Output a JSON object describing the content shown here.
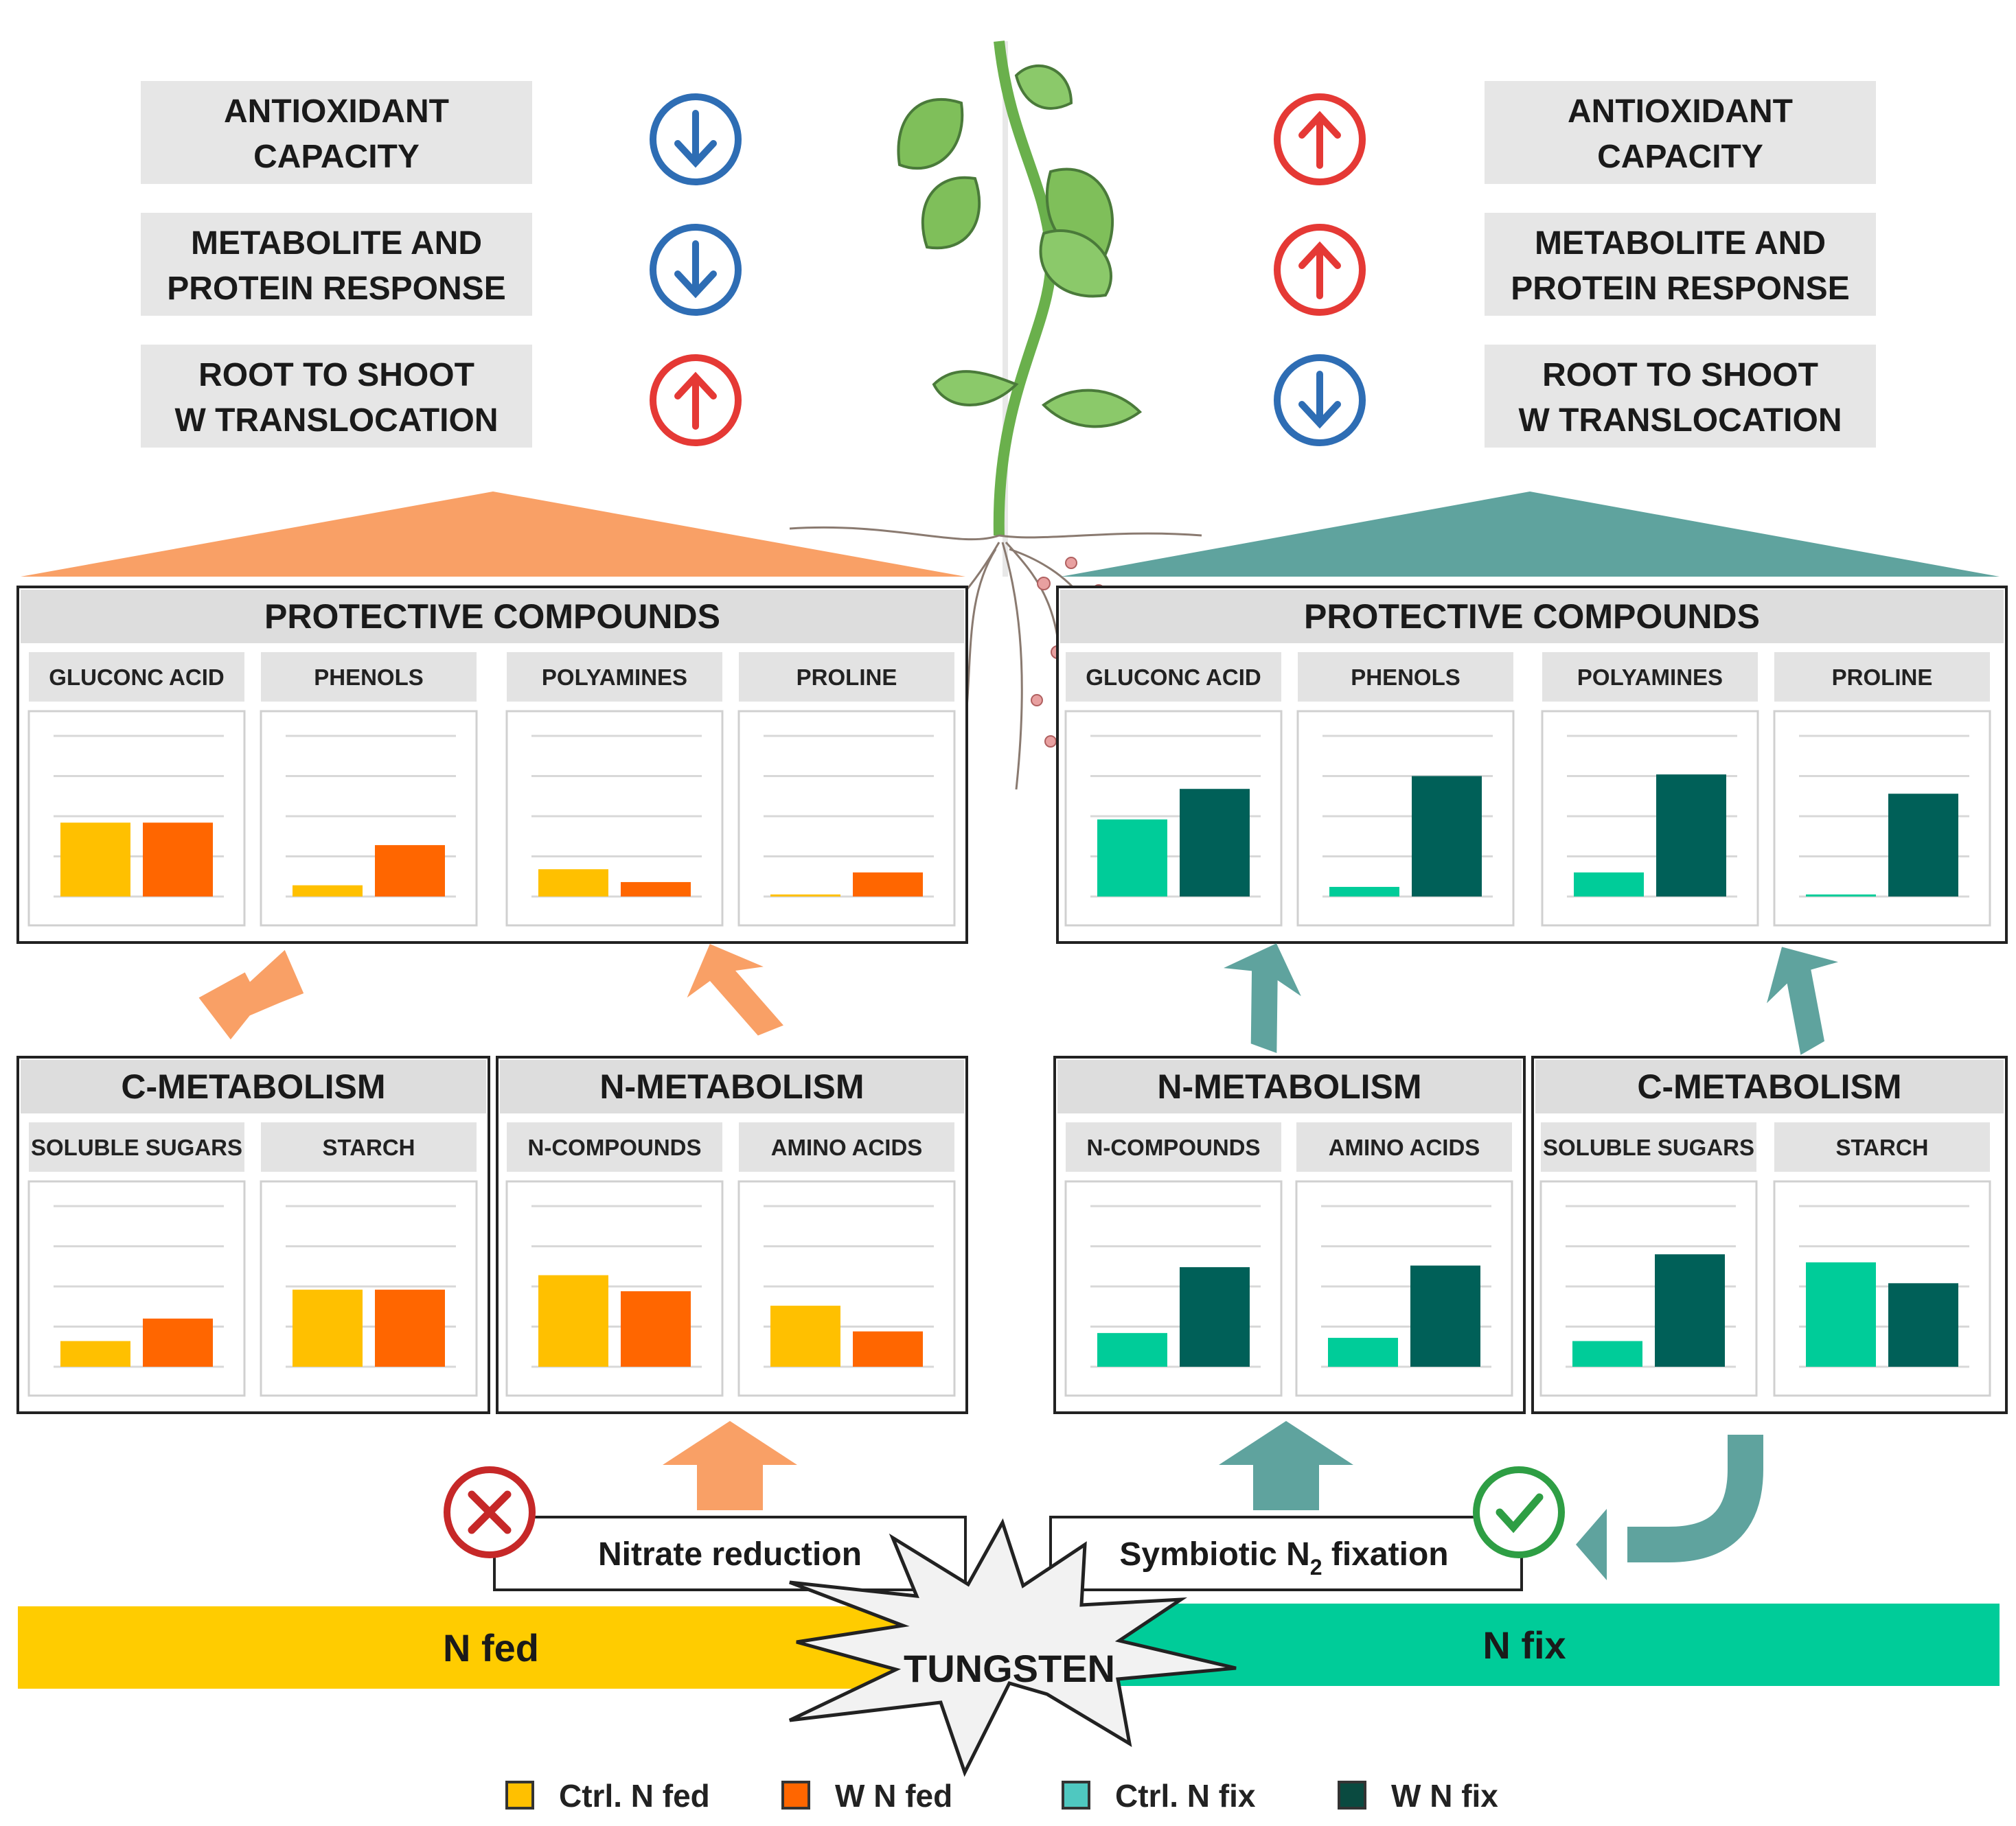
{
  "colors": {
    "ctrl_nfed": "#ffc000",
    "w_nfed": "#ff6600",
    "ctrl_nfix": "#00cc99",
    "w_nfix": "#006058",
    "orange_arrow": "#f9a066",
    "teal_arrow": "#5fa39e",
    "nfed_bar": "#ffcc00",
    "nfix_bar": "#00cc99",
    "up_arrow": "#e53935",
    "down_arrow": "#2e6db4",
    "box_header": "#dddddd"
  },
  "left_effects": [
    {
      "line1": "ANTIOXIDANT",
      "line2": "CAPACITY",
      "direction": "down"
    },
    {
      "line1": "METABOLITE AND",
      "line2": "PROTEIN RESPONSE",
      "direction": "down"
    },
    {
      "line1": "ROOT TO SHOOT",
      "line2": "W TRANSLOCATION",
      "direction": "up"
    }
  ],
  "right_effects": [
    {
      "line1": "ANTIOXIDANT",
      "line2": "CAPACITY",
      "direction": "up"
    },
    {
      "line1": "METABOLITE AND",
      "line2": "PROTEIN RESPONSE",
      "direction": "up"
    },
    {
      "line1": "ROOT TO SHOOT",
      "line2": "W TRANSLOCATION",
      "direction": "down"
    }
  ],
  "protective_title": "PROTECTIVE COMPOUNDS",
  "protective_labels": [
    "GLUCONC ACID",
    "PHENOLS",
    "POLYAMINES",
    "PROLINE"
  ],
  "c_metabolism_title": "C-METABOLISM",
  "c_metabolism_labels": [
    "SOLUBLE SUGARS",
    "STARCH"
  ],
  "n_metabolism_title": "N-METABOLISM",
  "n_metabolism_labels": [
    "N-COMPOUNDS",
    "AMINO ACIDS"
  ],
  "nitrate_reduction": "Nitrate reduction",
  "symbiotic_prefix": "Symbiotic N",
  "symbiotic_subscript": "2",
  "symbiotic_suffix": " fixation",
  "n_fed": "N fed",
  "n_fix": "N fix",
  "tungsten": "TUNGSTEN",
  "legend": [
    {
      "label": "Ctrl. N fed",
      "color": "#ffc000"
    },
    {
      "label": "W N fed",
      "color": "#ff6600"
    },
    {
      "label": "Ctrl. N fix",
      "color": "#4fc8c0"
    },
    {
      "label": "W N fix",
      "color": "#0a4a40"
    }
  ],
  "chart_data": [
    {
      "type": "bar",
      "group": "N fed",
      "panel": "GLUCONC ACID",
      "series": [
        {
          "name": "Ctrl. N fed",
          "values": [
            0.46
          ]
        },
        {
          "name": "W N fed",
          "values": [
            0.46
          ]
        }
      ]
    },
    {
      "type": "bar",
      "group": "N fed",
      "panel": "PHENOLS",
      "series": [
        {
          "name": "Ctrl. N fed",
          "values": [
            0.07
          ]
        },
        {
          "name": "W N fed",
          "values": [
            0.32
          ]
        }
      ]
    },
    {
      "type": "bar",
      "group": "N fed",
      "panel": "POLYAMINES",
      "series": [
        {
          "name": "Ctrl. N fed",
          "values": [
            0.17
          ]
        },
        {
          "name": "W N fed",
          "values": [
            0.09
          ]
        }
      ]
    },
    {
      "type": "bar",
      "group": "N fed",
      "panel": "PROLINE",
      "series": [
        {
          "name": "Ctrl. N fed",
          "values": [
            0.01
          ]
        },
        {
          "name": "W N fed",
          "values": [
            0.15
          ]
        }
      ]
    },
    {
      "type": "bar",
      "group": "N fix",
      "panel": "GLUCONC ACID",
      "series": [
        {
          "name": "Ctrl. N fix",
          "values": [
            0.48
          ]
        },
        {
          "name": "W N fix",
          "values": [
            0.67
          ]
        }
      ]
    },
    {
      "type": "bar",
      "group": "N fix",
      "panel": "PHENOLS",
      "series": [
        {
          "name": "Ctrl. N fix",
          "values": [
            0.06
          ]
        },
        {
          "name": "W N fix",
          "values": [
            0.75
          ]
        }
      ]
    },
    {
      "type": "bar",
      "group": "N fix",
      "panel": "POLYAMINES",
      "series": [
        {
          "name": "Ctrl. N fix",
          "values": [
            0.15
          ]
        },
        {
          "name": "W N fix",
          "values": [
            0.76
          ]
        }
      ]
    },
    {
      "type": "bar",
      "group": "N fix",
      "panel": "PROLINE",
      "series": [
        {
          "name": "Ctrl. N fix",
          "values": [
            0.01
          ]
        },
        {
          "name": "W N fix",
          "values": [
            0.64
          ]
        }
      ]
    },
    {
      "type": "bar",
      "group": "N fed",
      "panel": "SOLUBLE SUGARS",
      "series": [
        {
          "name": "Ctrl. N fed",
          "values": [
            0.16
          ]
        },
        {
          "name": "W N fed",
          "values": [
            0.3
          ]
        }
      ]
    },
    {
      "type": "bar",
      "group": "N fed",
      "panel": "STARCH",
      "series": [
        {
          "name": "Ctrl. N fed",
          "values": [
            0.48
          ]
        },
        {
          "name": "W N fed",
          "values": [
            0.48
          ]
        }
      ]
    },
    {
      "type": "bar",
      "group": "N fed",
      "panel": "N-COMPOUNDS",
      "series": [
        {
          "name": "Ctrl. N fed",
          "values": [
            0.57
          ]
        },
        {
          "name": "W N fed",
          "values": [
            0.47
          ]
        }
      ]
    },
    {
      "type": "bar",
      "group": "N fed",
      "panel": "AMINO ACIDS",
      "series": [
        {
          "name": "Ctrl. N fed",
          "values": [
            0.38
          ]
        },
        {
          "name": "W N fed",
          "values": [
            0.22
          ]
        }
      ]
    },
    {
      "type": "bar",
      "group": "N fix",
      "panel": "N-COMPOUNDS",
      "series": [
        {
          "name": "Ctrl. N fix",
          "values": [
            0.21
          ]
        },
        {
          "name": "W N fix",
          "values": [
            0.62
          ]
        }
      ]
    },
    {
      "type": "bar",
      "group": "N fix",
      "panel": "AMINO ACIDS",
      "series": [
        {
          "name": "Ctrl. N fix",
          "values": [
            0.18
          ]
        },
        {
          "name": "W N fix",
          "values": [
            0.63
          ]
        }
      ]
    },
    {
      "type": "bar",
      "group": "N fix",
      "panel": "SOLUBLE SUGARS",
      "series": [
        {
          "name": "Ctrl. N fix",
          "values": [
            0.16
          ]
        },
        {
          "name": "W N fix",
          "values": [
            0.7
          ]
        }
      ]
    },
    {
      "type": "bar",
      "group": "N fix",
      "panel": "STARCH",
      "series": [
        {
          "name": "Ctrl. N fix",
          "values": [
            0.65
          ]
        },
        {
          "name": "W N fix",
          "values": [
            0.52
          ]
        }
      ]
    }
  ]
}
